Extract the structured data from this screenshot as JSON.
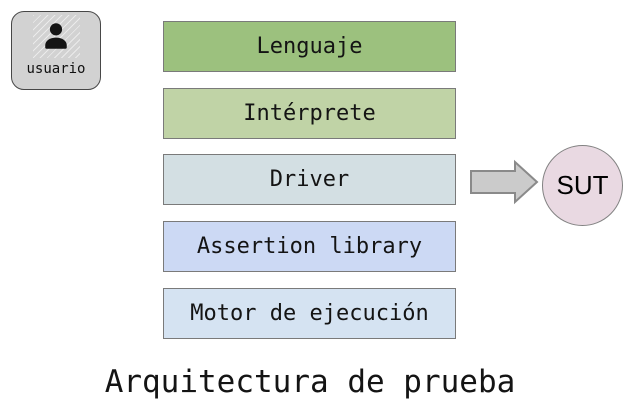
{
  "diagram": {
    "title": "Arquitectura de prueba",
    "user": {
      "label": "usuario",
      "icon": "user-icon",
      "box_fill": "#d2d2d2"
    },
    "layers": [
      {
        "label": "Lenguaje",
        "fill": "#9cc17e"
      },
      {
        "label": "Intérprete",
        "fill": "#c0d3a6"
      },
      {
        "label": "Driver",
        "fill": "#d3dfe3"
      },
      {
        "label": "Assertion library",
        "fill": "#ccd9f4"
      },
      {
        "label": "Motor de ejecución",
        "fill": "#d5e3f2"
      }
    ],
    "arrow": {
      "icon": "right-arrow-icon",
      "from": "Driver",
      "to": "SUT",
      "fill": "#cbcbcb",
      "stroke": "#8a8a8a"
    },
    "sut": {
      "label": "SUT",
      "fill": "#e9d9e2"
    }
  }
}
